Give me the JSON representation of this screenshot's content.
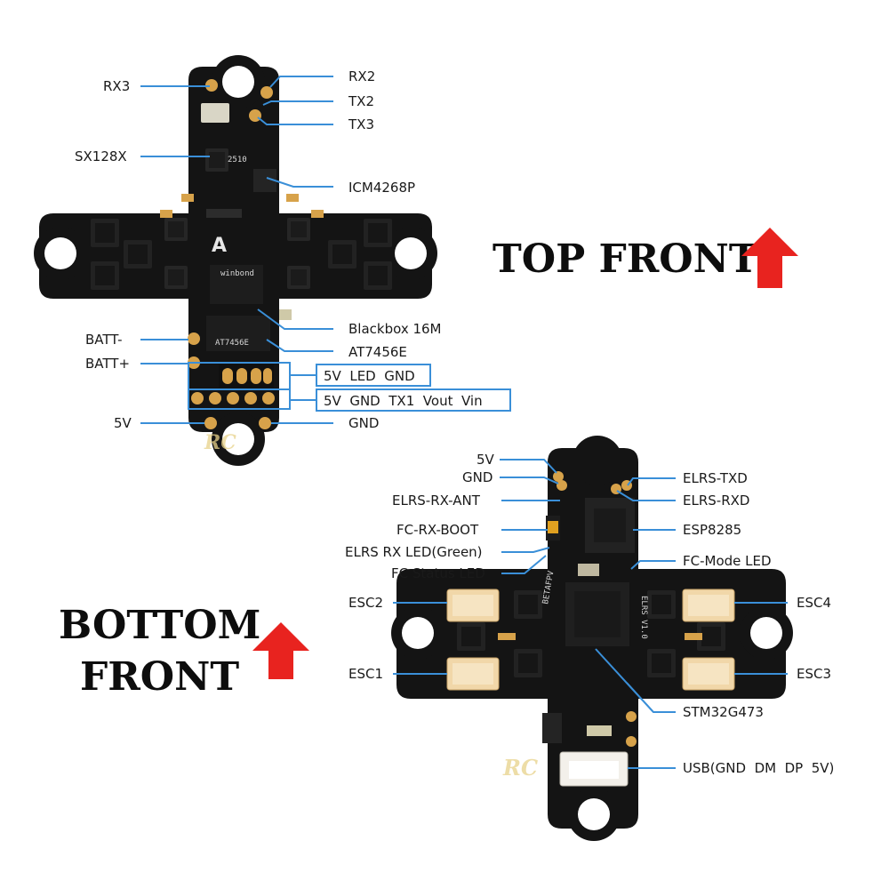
{
  "colors": {
    "leader": "#3a8fd8",
    "arrow": "#e8231f",
    "board": "#141414",
    "pad": "#d7a24a",
    "box": "#3a8fd8"
  },
  "top_board": {
    "heading": "TOP FRONT",
    "labels": {
      "rx3": "RX3",
      "rx2": "RX2",
      "tx2": "TX2",
      "tx3": "TX3",
      "sx128x": "SX128X",
      "icm": "ICM4268P",
      "blackbox": "Blackbox 16M",
      "at7456e": "AT7456E",
      "batt_minus": "BATT-",
      "batt_plus": "BATT+",
      "led_row": "5V  LED  GND",
      "tx1_row": "5V  GND  TX1  Vout  Vin",
      "v5": "5V",
      "gnd": "GND"
    },
    "silkscreen": {
      "code": "2510",
      "winbond": "winbond",
      "chip": "AT7456E",
      "logo": "A"
    }
  },
  "bottom_board": {
    "heading_line1": "BOTTOM",
    "heading_line2": "FRONT",
    "labels": {
      "v5": "5V",
      "gnd": "GND",
      "ant": "ELRS-RX-ANT",
      "boot": "FC-RX-BOOT",
      "rxled": "ELRS RX LED(Green)",
      "fcled": "FC Status LED",
      "esc2": "ESC2",
      "esc1": "ESC1",
      "txd": "ELRS-TXD",
      "rxd": "ELRS-RXD",
      "esp": "ESP8285",
      "mode": "FC-Mode LED",
      "esc4": "ESC4",
      "esc3": "ESC3",
      "stm": "STM32G473",
      "usb": "USB(GND  DM  DP  5V)"
    },
    "silkscreen": {
      "brand": "BETAFPV",
      "elrs": "ELRS V1.0"
    }
  },
  "watermark": "RC"
}
